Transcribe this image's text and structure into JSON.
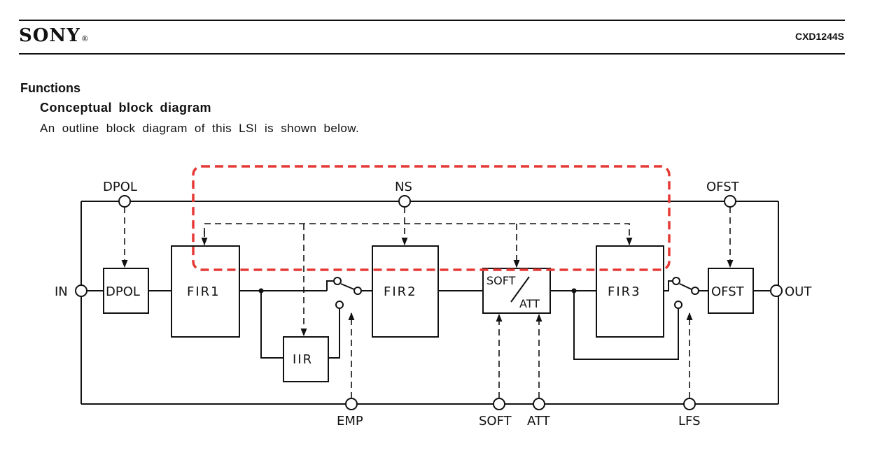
{
  "header": {
    "brand": "SONY",
    "registered_mark": "®",
    "part_number": "CXD1244S"
  },
  "section": {
    "title": "Functions",
    "subtitle": "Conceptual block diagram",
    "description": "An outline block diagram of this LSI is shown below."
  },
  "diagram": {
    "terminals": {
      "in": "IN",
      "out": "OUT",
      "dpol": "DPOL",
      "ns": "NS",
      "ofst": "OFST",
      "emp": "EMP",
      "soft": "SOFT",
      "att": "ATT",
      "lfs": "LFS"
    },
    "blocks": {
      "dpol": "DPOL",
      "fir1": "FIR1",
      "iir": "IIR",
      "fir2": "FIR2",
      "soft_att_top": "SOFT",
      "soft_att_bottom": "ATT",
      "fir3": "FIR3",
      "ofst": "OFST"
    },
    "highlight": {
      "style": "dashed",
      "color": "#e53935"
    }
  }
}
